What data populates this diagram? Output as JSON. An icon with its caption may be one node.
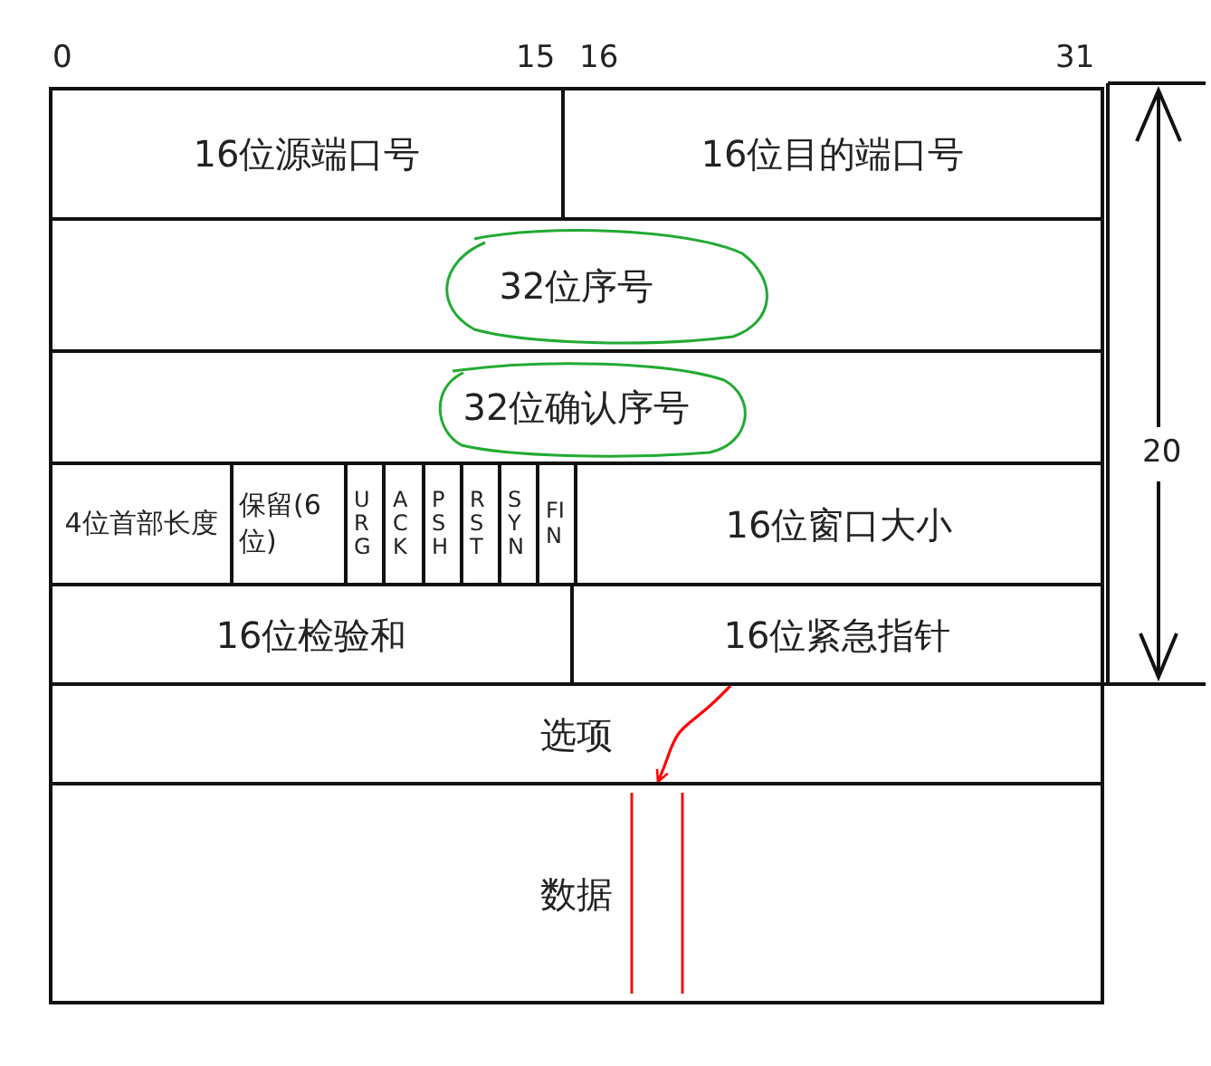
{
  "diagram": {
    "nodes": [
      {
        "text": [
          "16位源端口号"
        ]
      },
      {
        "text": [
          "16位目的端口号"
        ]
      },
      {
        "text": [
          "32位序号"
        ]
      },
      {
        "text": [
          "32位确认序号"
        ]
      },
      {
        "text": [
          "4位首部长度"
        ]
      },
      {
        "text": [
          "保留(6位)"
        ]
      },
      {
        "text": [
          "URG"
        ]
      },
      {
        "text": [
          "ACK"
        ]
      },
      {
        "text": [
          "PSH"
        ]
      },
      {
        "text": [
          "RST"
        ]
      },
      {
        "text": [
          "SYN"
        ]
      },
      {
        "text": [
          "FIN"
        ]
      },
      {
        "text": [
          "16位窗口大小"
        ]
      },
      {
        "text": [
          "16位检验和"
        ]
      },
      {
        "text": [
          "16位紧急指针"
        ]
      },
      {
        "text": [
          "选项"
        ]
      },
      {
        "text": [
          "数据"
        ]
      }
    ],
    "edges": [
      {
        "from": 14,
        "to": 15,
        "arrow": "to",
        "color": "#ff0000"
      }
    ],
    "labels": [
      "0",
      "15",
      "16",
      "31",
      "20"
    ]
  }
}
